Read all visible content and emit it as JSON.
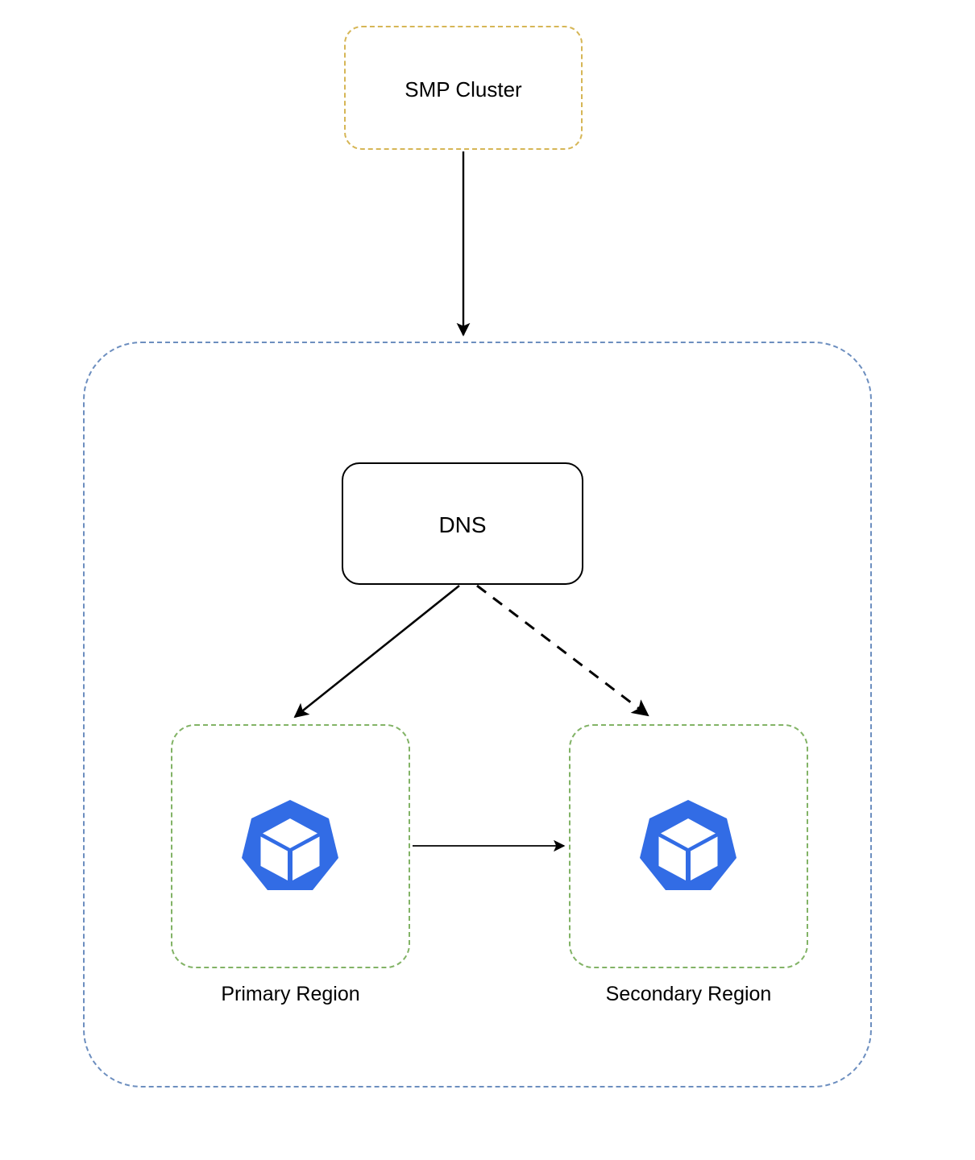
{
  "diagram": {
    "type": "architecture-diagram",
    "title": "Multi-region Kubernetes deployment with DNS failover",
    "background_color": "#ffffff"
  },
  "nodes": {
    "smp_cluster": {
      "label": "SMP Cluster",
      "shape": "rounded-rectangle",
      "border_style": "dashed",
      "border_color": "#d6b656",
      "fill": "none"
    },
    "global_container": {
      "label": "",
      "shape": "rounded-rectangle",
      "border_style": "dashed",
      "border_color": "#6c8ebf",
      "fill": "none"
    },
    "dns": {
      "label": "DNS",
      "shape": "rounded-rectangle",
      "border_style": "solid",
      "border_color": "#000000",
      "fill": "none"
    },
    "primary_region": {
      "label": "Primary Region",
      "shape": "rounded-rectangle",
      "border_style": "dashed",
      "border_color": "#82b366",
      "fill": "none",
      "icon": "kubernetes-icon"
    },
    "secondary_region": {
      "label": "Secondary Region",
      "shape": "rounded-rectangle",
      "border_style": "dashed",
      "border_color": "#82b366",
      "fill": "none",
      "icon": "kubernetes-icon"
    }
  },
  "icons": {
    "kubernetes": {
      "name": "kubernetes-icon",
      "color": "#326ce5"
    }
  },
  "edges": [
    {
      "id": "smp-to-global",
      "from": "smp_cluster",
      "to": "global_container",
      "style": "solid",
      "arrowhead": "filled-triangle",
      "color": "#000000",
      "label": ""
    },
    {
      "id": "dns-to-primary",
      "from": "dns",
      "to": "primary_region",
      "style": "solid",
      "arrowhead": "filled-triangle",
      "color": "#000000",
      "label": ""
    },
    {
      "id": "dns-to-secondary",
      "from": "dns",
      "to": "secondary_region",
      "style": "dashed",
      "arrowhead": "filled-triangle",
      "color": "#000000",
      "label": ""
    },
    {
      "id": "primary-to-secondary",
      "from": "primary_region",
      "to": "secondary_region",
      "style": "solid",
      "arrowhead": "filled-triangle",
      "color": "#000000",
      "label": ""
    }
  ]
}
